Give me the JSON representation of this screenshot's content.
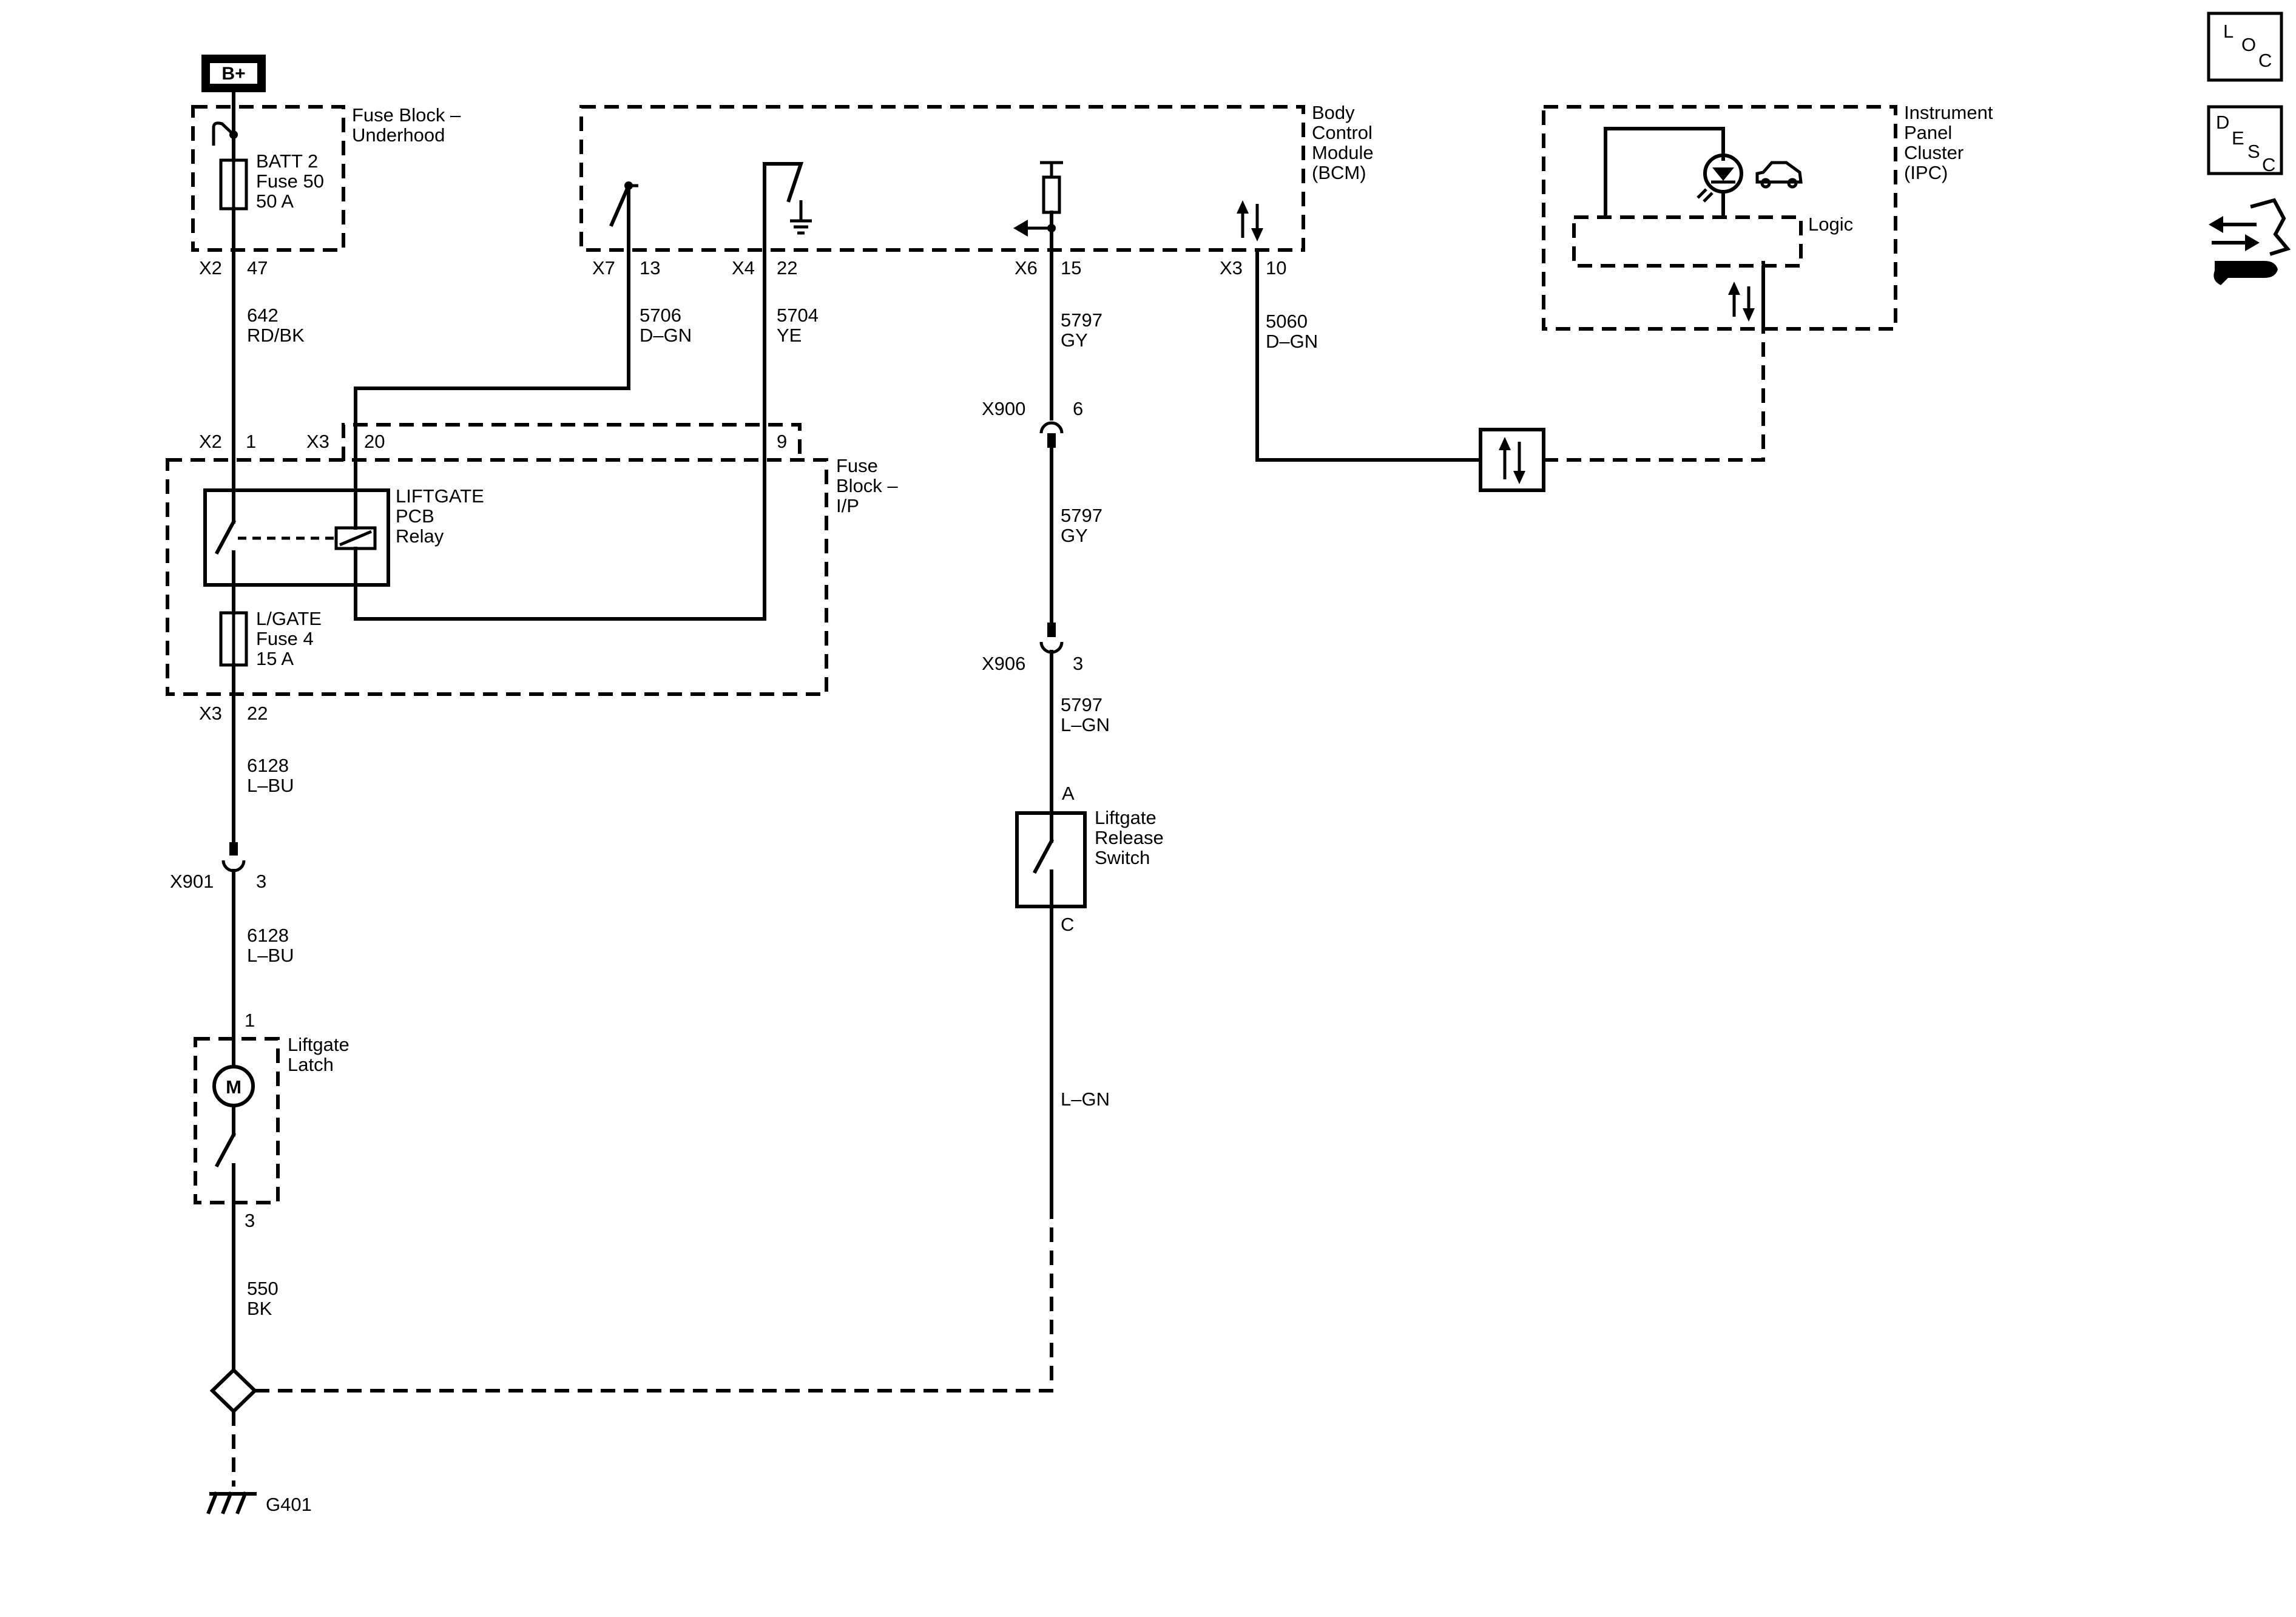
{
  "power": {
    "bplus": "B+"
  },
  "fuse_block_underhood": {
    "label": [
      "Fuse Block –",
      "Underhood"
    ],
    "fuse": [
      "BATT 2",
      "Fuse 50",
      "50 A"
    ],
    "connector": "X2",
    "pin": "47"
  },
  "wire_642": {
    "circuit": "642",
    "color": "RD/BK"
  },
  "bcm": {
    "label": [
      "Body",
      "Control",
      "Module",
      "(BCM)"
    ],
    "pins": [
      {
        "connector": "X7",
        "pin": "13"
      },
      {
        "connector": "X4",
        "pin": "22"
      },
      {
        "connector": "X6",
        "pin": "15"
      },
      {
        "connector": "X3",
        "pin": "10"
      }
    ]
  },
  "wire_5706": {
    "circuit": "5706",
    "color": "D–GN"
  },
  "wire_5704": {
    "circuit": "5704",
    "color": "YE"
  },
  "wire_5797a": {
    "circuit": "5797",
    "color": "GY"
  },
  "wire_5060": {
    "circuit": "5060",
    "color": "D–GN"
  },
  "ipc": {
    "label": [
      "Instrument",
      "Panel",
      "Cluster",
      "(IPC)"
    ],
    "logic": "Logic"
  },
  "fuse_block_ip": {
    "label": [
      "Fuse",
      "Block –",
      "I/P"
    ],
    "top_pins": [
      {
        "connector": "X2",
        "pin": "1"
      },
      {
        "connector": "X3",
        "pin": "20"
      },
      {
        "connector": "",
        "pin": "9"
      }
    ],
    "relay": [
      "LIFTGATE",
      "PCB",
      "Relay"
    ],
    "fuse": [
      "L/GATE",
      "Fuse 4",
      "15 A"
    ],
    "bottom": {
      "connector": "X3",
      "pin": "22"
    }
  },
  "x900": {
    "connector": "X900",
    "pin": "6"
  },
  "wire_5797b": {
    "circuit": "5797",
    "color": "GY"
  },
  "x906": {
    "connector": "X906",
    "pin": "3"
  },
  "wire_5797c": {
    "circuit": "5797",
    "color": "L–GN"
  },
  "release_switch": {
    "label": [
      "Liftgate",
      "Release",
      "Switch"
    ],
    "pin_top": "A",
    "pin_bottom": "C"
  },
  "wire_lgn": {
    "color": "L–GN"
  },
  "wire_6128a": {
    "circuit": "6128",
    "color": "L–BU"
  },
  "x901": {
    "connector": "X901",
    "pin": "3"
  },
  "wire_6128b": {
    "circuit": "6128",
    "color": "L–BU"
  },
  "latch": {
    "label": [
      "Liftgate",
      "Latch"
    ],
    "pin_top": "1",
    "pin_bottom": "3",
    "motor": "M"
  },
  "wire_550": {
    "circuit": "550",
    "color": "BK"
  },
  "ground": {
    "label": "G401"
  },
  "side_icons": {
    "loc": [
      "L",
      "O",
      "C"
    ],
    "desc": [
      "D",
      "E",
      "S",
      "C"
    ],
    "tools": "wrench-arrows-icon"
  }
}
